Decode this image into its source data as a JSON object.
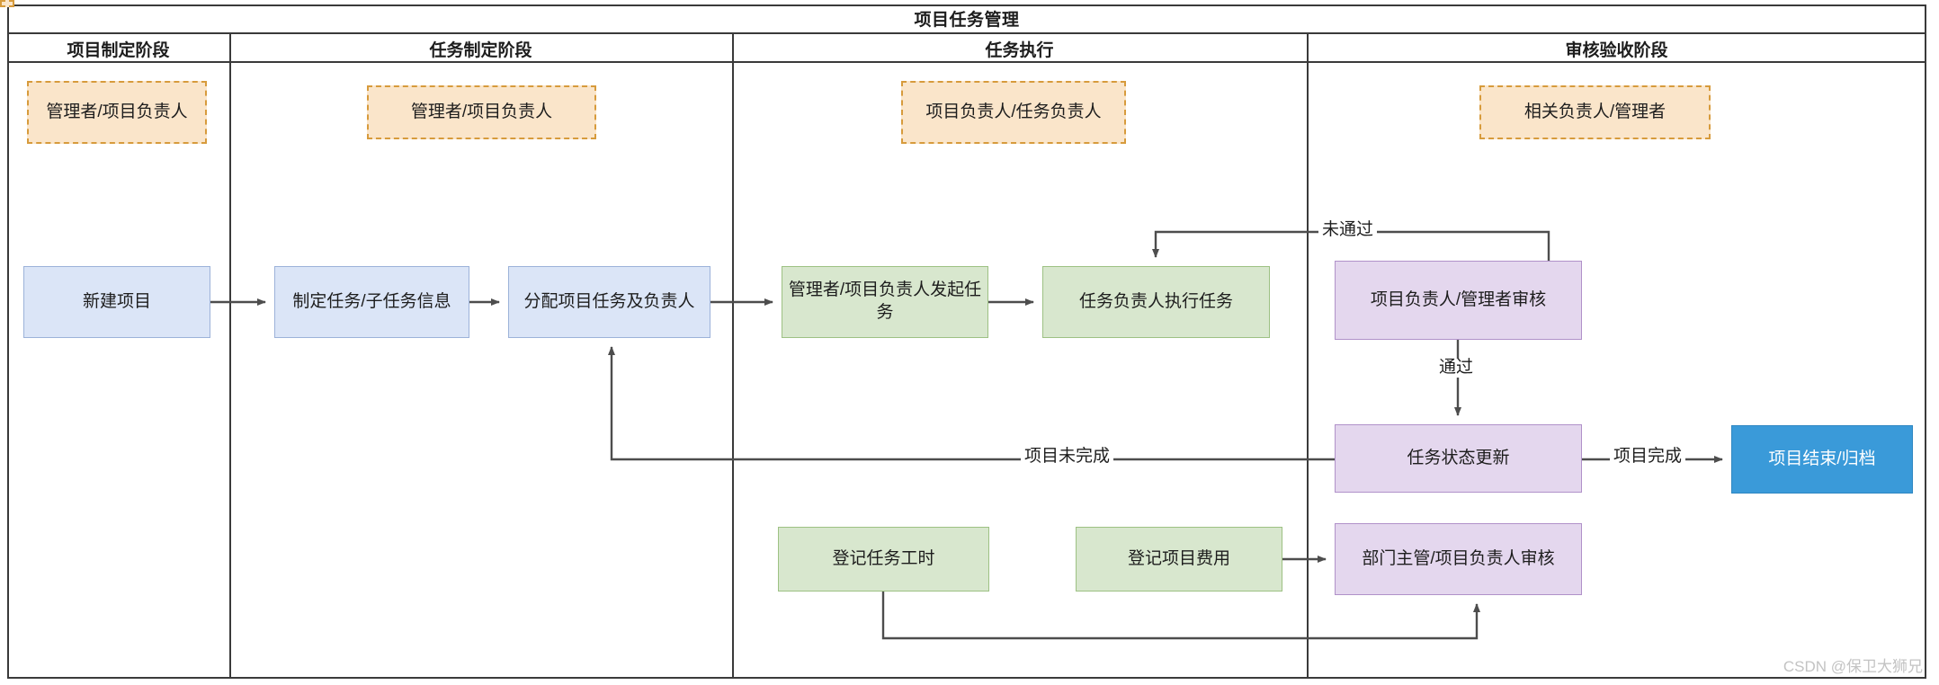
{
  "diagram": {
    "title": "项目任务管理",
    "lanes": [
      {
        "label": "项目制定阶段"
      },
      {
        "label": "任务制定阶段"
      },
      {
        "label": "任务执行"
      },
      {
        "label": "审核验收阶段"
      }
    ],
    "roles": [
      {
        "label": "管理者/项目负责人"
      },
      {
        "label": "管理者/项目负责人"
      },
      {
        "label": "项目负责人/任务负责人"
      },
      {
        "label": "相关负责人/管理者"
      }
    ],
    "nodes": {
      "new_project": "新建项目",
      "define_task": "制定任务/子任务信息",
      "assign_task": "分配项目任务及负责人",
      "initiate_task": "管理者/项目负责人发起任务",
      "execute_task": "任务负责人执行任务",
      "review_task": "项目负责人/管理者审核",
      "update_status": "任务状态更新",
      "project_end": "项目结束/归档",
      "log_hours": "登记任务工时",
      "log_cost": "登记项目费用",
      "review_cost": "部门主管/项目负责人审核"
    },
    "edge_labels": {
      "rejected": "未通过",
      "approved": "通过",
      "project_incomplete": "项目未完成",
      "project_complete": "项目完成"
    },
    "watermark": "CSDN @保卫大狮兄",
    "colors": {
      "role_fill": "#fae5ca",
      "role_border": "#d79b3c",
      "blue_fill": "#dbe5f7",
      "blue_border": "#9cb2d9",
      "green_fill": "#d8e7ce",
      "green_border": "#9dc183",
      "purple_fill": "#e4d7ee",
      "purple_border": "#b091c9",
      "accent_fill": "#3a9ad9",
      "line": "#4d4d4d",
      "frame": "#3a3a3a"
    }
  }
}
